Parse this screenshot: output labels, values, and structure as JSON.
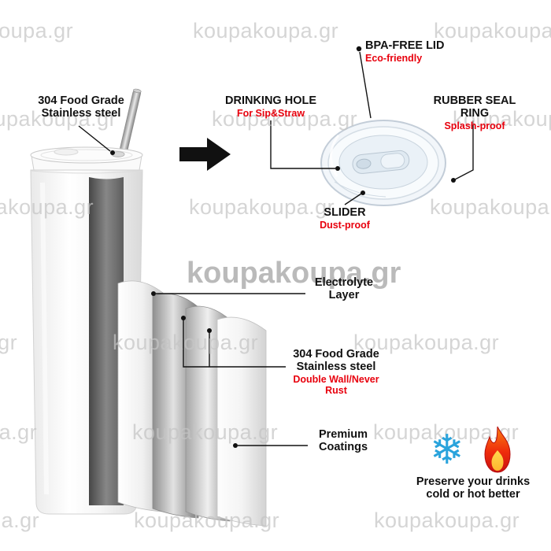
{
  "watermark": {
    "text": "koupakoupa.gr"
  },
  "colors": {
    "accent_red": "#e8000d",
    "label_black": "#111111",
    "snowflake_blue": "#29a3dc",
    "watermark_gray": "#c5c5c5"
  },
  "labels": {
    "material_top": {
      "line1": "304 Food Grade",
      "line2": "Stainless steel"
    },
    "bpa_free_lid": {
      "title": "BPA-FREE LID",
      "subtitle": "Eco-friendly"
    },
    "drinking_hole": {
      "title": "DRINKING HOLE",
      "subtitle": "For Sip&Straw"
    },
    "rubber_seal_ring": {
      "title": "RUBBER SEAL RING",
      "subtitle": "Splash-proof"
    },
    "slider": {
      "title": "SLIDER",
      "subtitle": "Dust-proof"
    },
    "electrolyte_layer": {
      "line1": "Electrolyte",
      "line2": "Layer"
    },
    "material_mid": {
      "line1": "304 Food Grade",
      "line2": "Stainless steel",
      "subtitle": "Double Wall/Never Rust"
    },
    "premium_coatings": {
      "line1": "Premium",
      "line2": "Coatings"
    },
    "preserve_note": {
      "line1": "Preserve your drinks",
      "line2": "cold or hot better"
    }
  },
  "icons": {
    "snowflake": "❄"
  }
}
